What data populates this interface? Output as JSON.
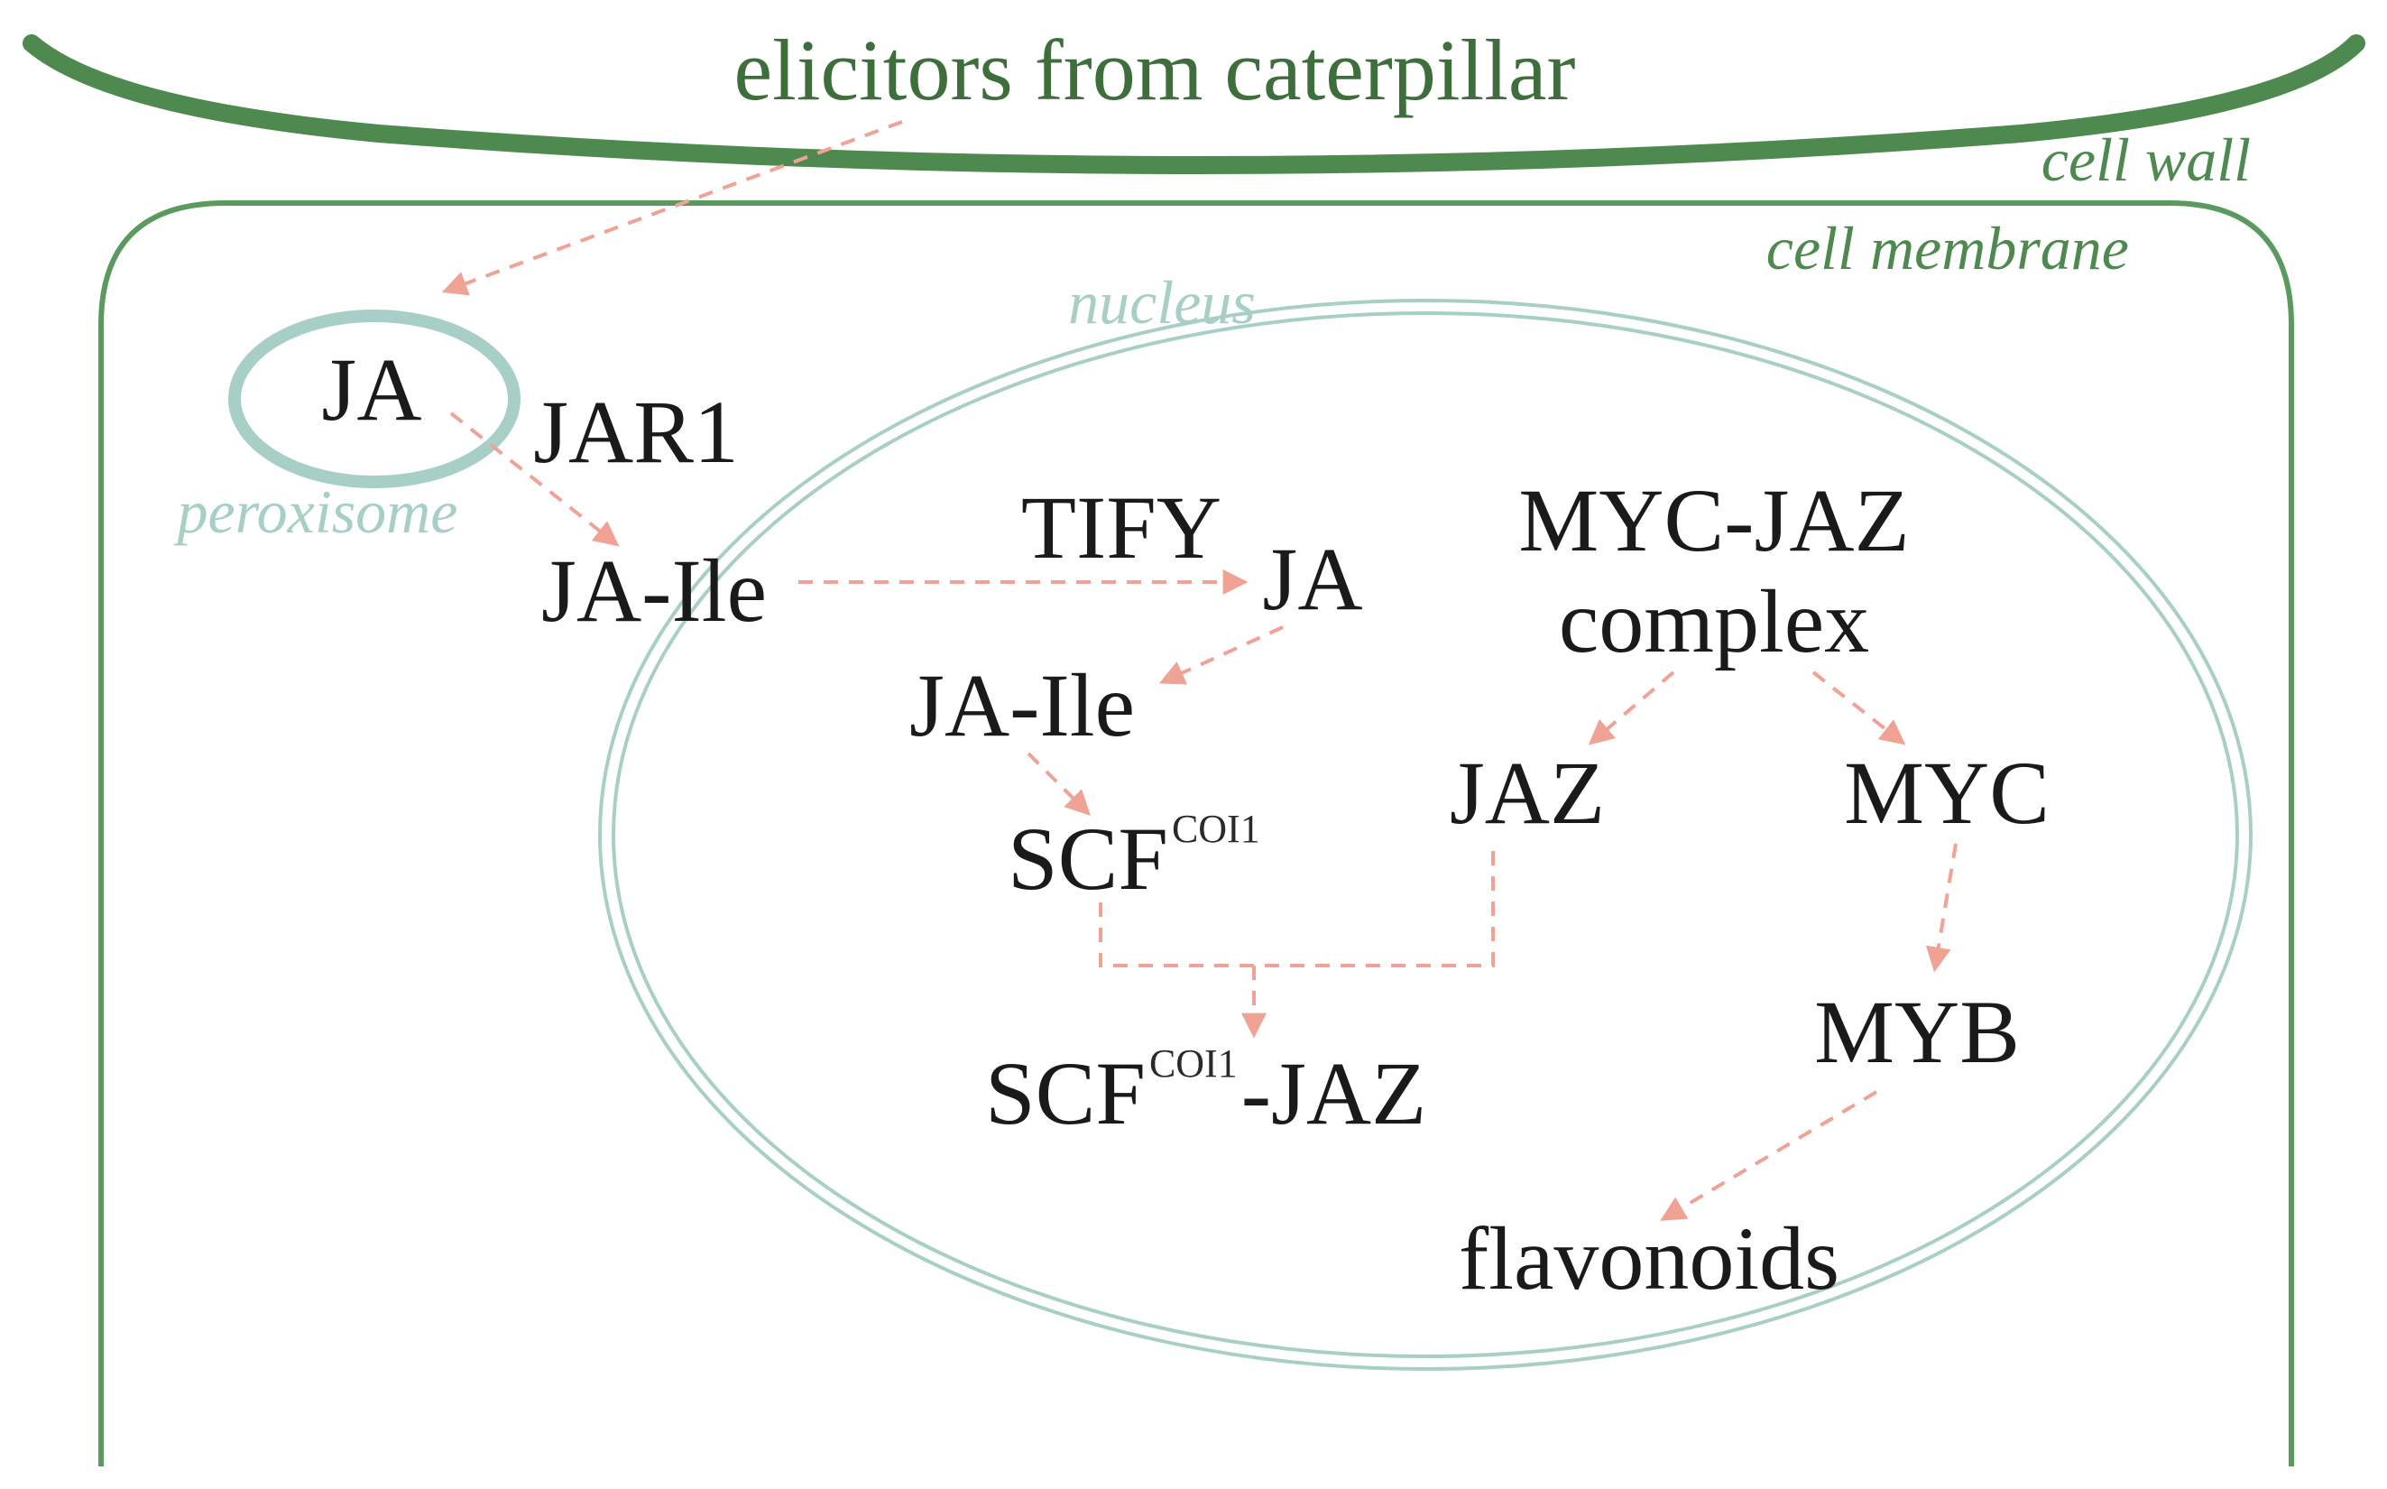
{
  "colors": {
    "cell_wall": "#4e8a4f",
    "cell_membrane": "#5a9a5e",
    "nucleus": "#a8cfc6",
    "peroxisome": "#a8cfc6",
    "arrow": "#f0a394",
    "text": "#1a1a1a",
    "elicitor_text": "#3f6e3d"
  },
  "labels": {
    "elicitors": "elicitors from caterpillar",
    "cell_wall": "cell wall",
    "cell_membrane": "cell membrane",
    "nucleus": "nucleus",
    "peroxisome": "peroxisome"
  },
  "nodes": {
    "ja_peroxisome": "JA",
    "jar1": "JAR1",
    "ja_ile_cytoplasm": "JA-Ile",
    "tify": "TIFY",
    "ja_nucleus": "JA",
    "ja_ile_nucleus": "JA-Ile",
    "scf_coi1": "SCF",
    "scf_coi1_sup": "COI1",
    "myc_jaz_line1": "MYC-JAZ",
    "myc_jaz_line2": "complex",
    "jaz": "JAZ",
    "myc": "MYC",
    "scf_coi1_jaz_prefix": "SCF",
    "scf_coi1_jaz_sup": "COI1",
    "scf_coi1_jaz_suffix": "-JAZ",
    "myb": "MYB",
    "flavonoids": "flavonoids"
  }
}
